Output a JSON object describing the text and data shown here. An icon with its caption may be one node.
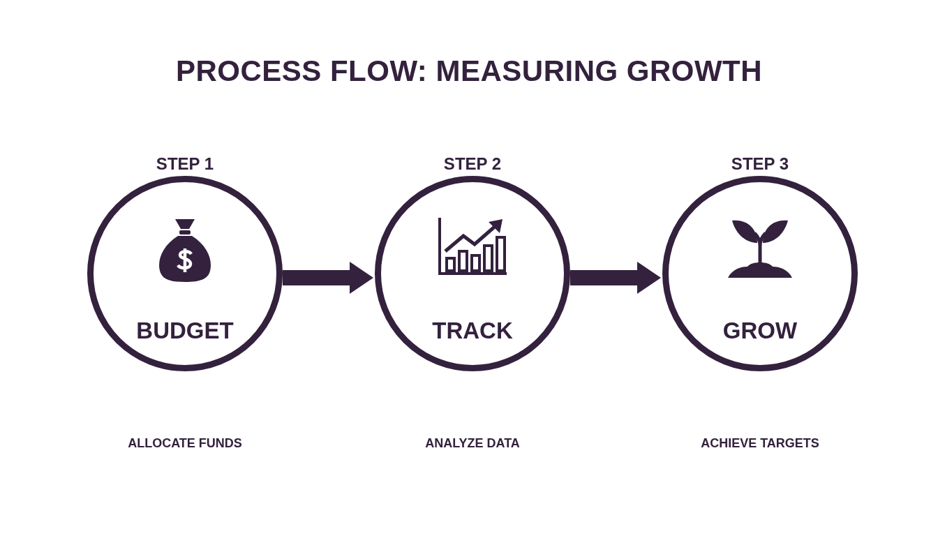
{
  "diagram": {
    "title": "PROCESS FLOW: MEASURING GROWTH",
    "nodes": [
      {
        "text": [
          "STEP 1",
          "BUDGET"
        ]
      },
      {
        "text": [
          "STEP 2",
          "TRACK"
        ]
      },
      {
        "text": [
          "STEP 3",
          "GROW"
        ]
      }
    ],
    "labels": [
      "ALLOCATE FUNDS",
      "ANALYZE DATA",
      "ACHIEVE TARGETS"
    ],
    "edges": [
      {
        "from": 0,
        "to": 1,
        "arrow": "to"
      },
      {
        "from": 1,
        "to": 2,
        "arrow": "to"
      }
    ]
  }
}
